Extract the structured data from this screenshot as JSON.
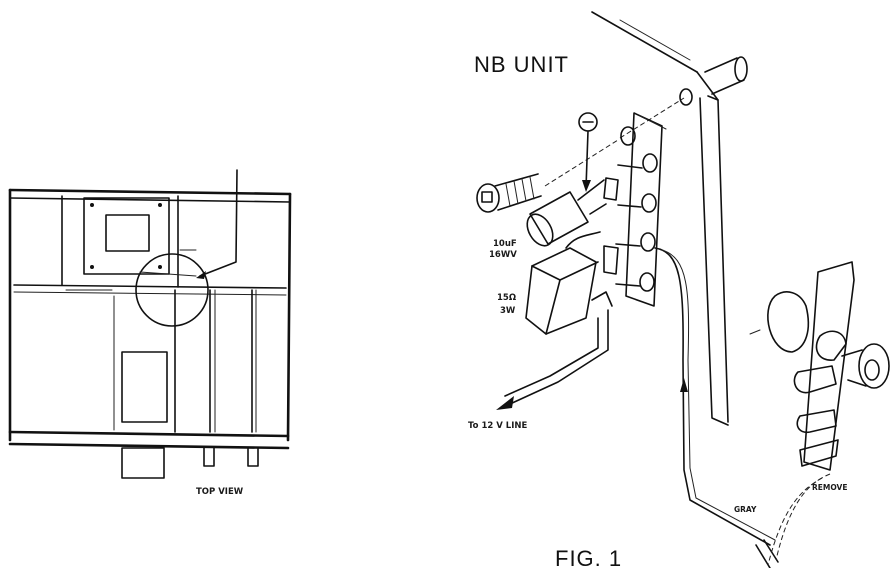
{
  "labels": {
    "nb_unit": "NB UNIT",
    "capacitor_value": "10uF",
    "capacitor_voltage": "16WV",
    "resistor_value": "15Ω",
    "resistor_power": "3W",
    "to_12v_line": "To 12 V LINE",
    "top_view": "TOP VIEW",
    "gray": "GRAY",
    "remove": "REMOVE",
    "minus_symbol": "−",
    "figure_caption": "FIG. 1"
  }
}
